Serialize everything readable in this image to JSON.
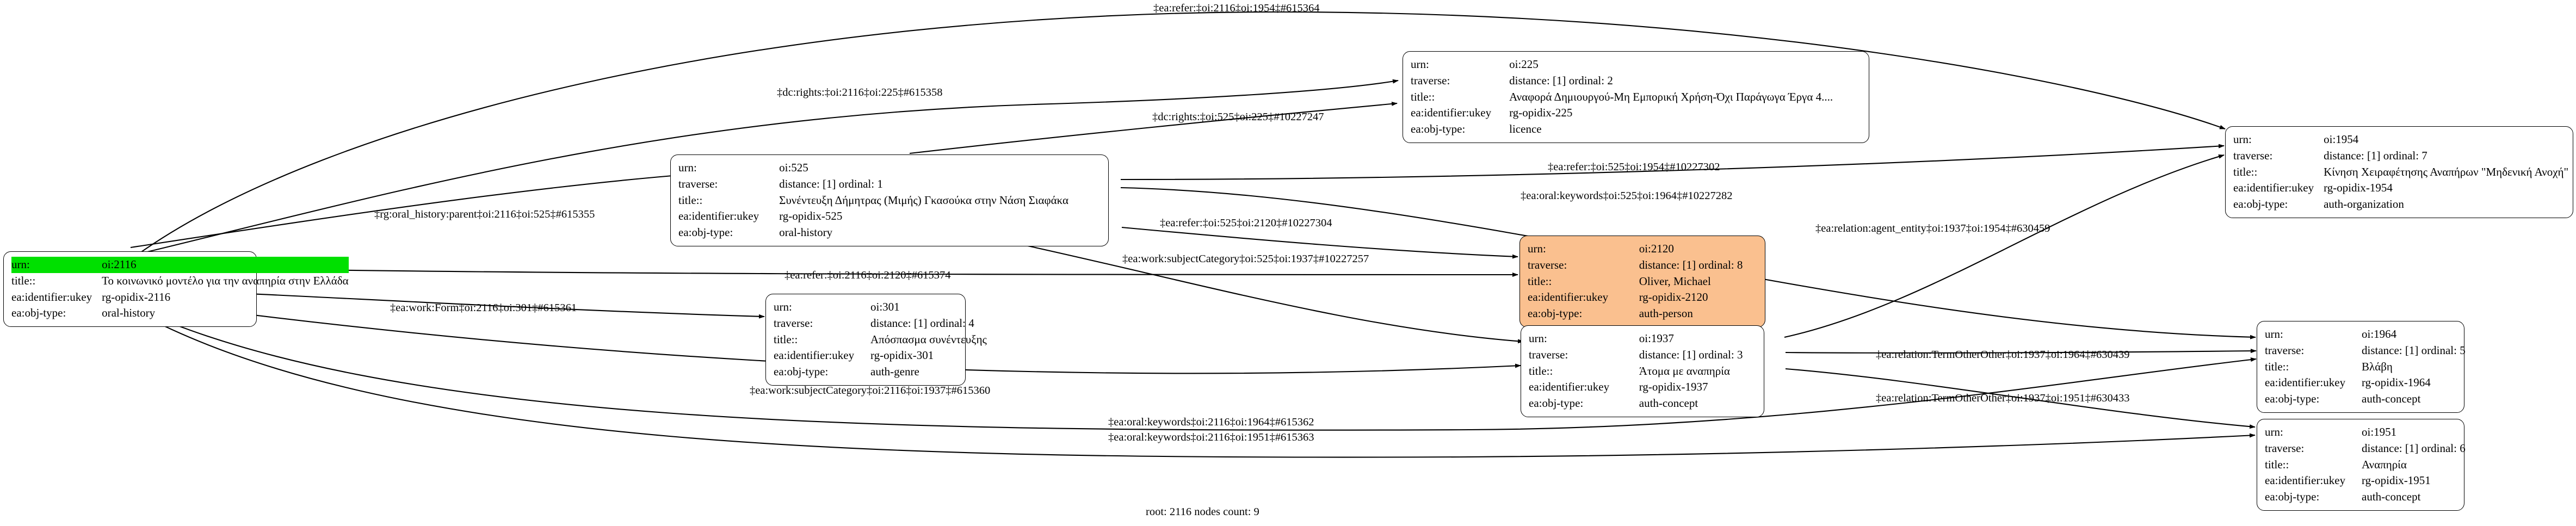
{
  "graph": {
    "footer": "root: 2116 nodes count: 9",
    "root_urn": "oi:2116",
    "node_count": "9",
    "colors": {
      "root_highlight": "#00e000",
      "person_fill": "#fac08f",
      "node_border": "#000000",
      "edge": "#000000",
      "background": "#ffffff"
    },
    "field_labels": {
      "urn": "urn:",
      "traverse": "traverse:",
      "title": "title::",
      "ukey": "ea:identifier:ukey",
      "objtype": "ea:obj-type:"
    }
  },
  "nodes": [
    {
      "id": "n2116",
      "urn": "oi:2116",
      "traverse": "",
      "title": "Το κοινωνικό μοντέλο για την αναπηρία στην Ελλάδα",
      "ukey": "rg-opidix-2116",
      "objtype": "oral-history",
      "highlight": true
    },
    {
      "id": "n525",
      "urn": "oi:525",
      "traverse": "distance: [1]    ordinal: 1",
      "title": "Συνέντευξη Δήμητρας (Μιμής) Γκασούκα στην Νάση Σιαφάκα",
      "ukey": "rg-opidix-525",
      "objtype": "oral-history",
      "highlight": false
    },
    {
      "id": "n225",
      "urn": "oi:225",
      "traverse": "distance: [1]    ordinal: 2",
      "title": "Αναφορά Δημιουργού-Μη Εμπορική Χρήση-Όχι Παράγωγα Έργα 4....",
      "ukey": "rg-opidix-225",
      "objtype": "licence",
      "highlight": false
    },
    {
      "id": "n1954",
      "urn": "oi:1954",
      "traverse": "distance: [1]    ordinal: 7",
      "title": "Κίνηση Χειραφέτησης Αναπήρων \"Μηδενική Ανοχή\"",
      "ukey": "rg-opidix-1954",
      "objtype": "auth-organization",
      "highlight": false
    },
    {
      "id": "n2120",
      "urn": "oi:2120",
      "traverse": "distance: [1]    ordinal: 8",
      "title": "Oliver, Michael",
      "ukey": "rg-opidix-2120",
      "objtype": "auth-person",
      "highlight": false
    },
    {
      "id": "n301",
      "urn": "oi:301",
      "traverse": "distance: [1]    ordinal: 4",
      "title": "Απόσπασμα συνέντευξης",
      "ukey": "rg-opidix-301",
      "objtype": "auth-genre",
      "highlight": false
    },
    {
      "id": "n1937",
      "urn": "oi:1937",
      "traverse": "distance: [1]    ordinal: 3",
      "title": "Άτομα με αναπηρία",
      "ukey": "rg-opidix-1937",
      "objtype": "auth-concept",
      "highlight": false
    },
    {
      "id": "n1964",
      "urn": "oi:1964",
      "traverse": "distance: [1]    ordinal: 5",
      "title": "Βλάβη",
      "ukey": "rg-opidix-1964",
      "objtype": "auth-concept",
      "highlight": false
    },
    {
      "id": "n1951",
      "urn": "oi:1951",
      "traverse": "distance: [1]    ordinal: 6",
      "title": "Αναπηρία",
      "ukey": "rg-opidix-1951",
      "objtype": "auth-concept",
      "highlight": false
    }
  ],
  "edges": [
    {
      "id": "e615364",
      "label": "‡ea:refer:‡oi:2116‡oi:1954‡#615364",
      "from": "oi:2116",
      "to": "oi:1954"
    },
    {
      "id": "e615358",
      "label": "‡dc:rights:‡oi:2116‡oi:225‡#615358",
      "from": "oi:2116",
      "to": "oi:225"
    },
    {
      "id": "e10227247",
      "label": "‡dc:rights:‡oi:525‡oi:225‡#10227247",
      "from": "oi:525",
      "to": "oi:225"
    },
    {
      "id": "e10227302",
      "label": "‡ea:refer:‡oi:525‡oi:1954‡#10227302",
      "from": "oi:525",
      "to": "oi:1954"
    },
    {
      "id": "e10227282",
      "label": "‡ea:oral:keywords‡oi:525‡oi:1964‡#10227282",
      "from": "oi:525",
      "to": "oi:1964"
    },
    {
      "id": "e615355",
      "label": "‡rg:oral_history:parent‡oi:2116‡oi:525‡#615355",
      "from": "oi:2116",
      "to": "oi:525"
    },
    {
      "id": "e10227304",
      "label": "‡ea:refer:‡oi:525‡oi:2120‡#10227304",
      "from": "oi:525",
      "to": "oi:2120"
    },
    {
      "id": "e10227257",
      "label": "‡ea:work:subjectCategory‡oi:525‡oi:1937‡#10227257",
      "from": "oi:525",
      "to": "oi:1937"
    },
    {
      "id": "e630459",
      "label": "‡ea:relation:agent_entity‡oi:1937‡oi:1954‡#630459",
      "from": "oi:1937",
      "to": "oi:1954"
    },
    {
      "id": "e615374",
      "label": "‡ea:refer:‡oi:2116‡oi:2120‡#615374",
      "from": "oi:2116",
      "to": "oi:2120"
    },
    {
      "id": "e615361",
      "label": "‡ea:work:Form‡oi:2116‡oi:301‡#615361",
      "from": "oi:2116",
      "to": "oi:301"
    },
    {
      "id": "e630439",
      "label": "‡ea:relation:TermOtherOther‡oi:1937‡oi:1964‡#630439",
      "from": "oi:1937",
      "to": "oi:1964"
    },
    {
      "id": "e630433",
      "label": "‡ea:relation:TermOtherOther‡oi:1937‡oi:1951‡#630433",
      "from": "oi:1937",
      "to": "oi:1951"
    },
    {
      "id": "e615360",
      "label": "‡ea:work:subjectCategory‡oi:2116‡oi:1937‡#615360",
      "from": "oi:2116",
      "to": "oi:1937"
    },
    {
      "id": "e615362",
      "label": "‡ea:oral:keywords‡oi:2116‡oi:1964‡#615362",
      "from": "oi:2116",
      "to": "oi:1964"
    },
    {
      "id": "e615363",
      "label": "‡ea:oral:keywords‡oi:2116‡oi:1951‡#615363",
      "from": "oi:2116",
      "to": "oi:1951"
    }
  ]
}
